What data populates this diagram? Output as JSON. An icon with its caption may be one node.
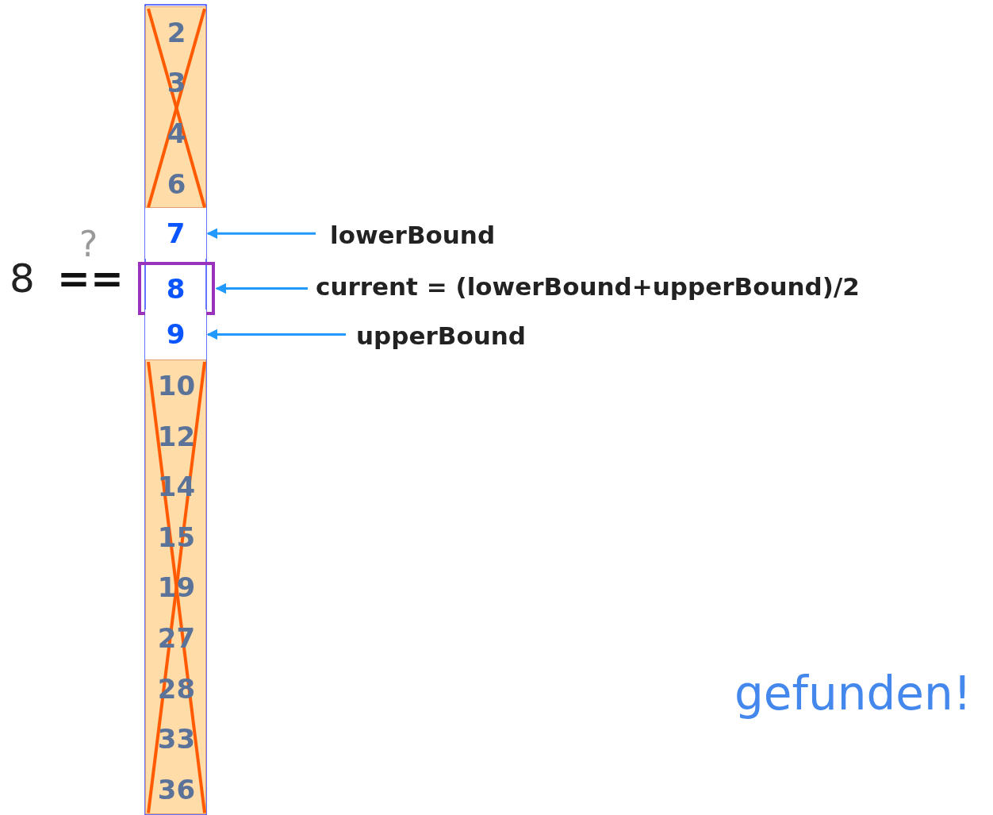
{
  "diagram": {
    "nodes": [
      {
        "text": [],
        "shape": "box"
      },
      {
        "text": [
          "2"
        ],
        "in": 0
      },
      {
        "text": [
          "3"
        ],
        "in": 0
      },
      {
        "text": [
          "4"
        ],
        "in": 0
      },
      {
        "text": [
          "6"
        ],
        "in": 0
      },
      {
        "text": [
          "7"
        ]
      },
      {
        "text": [],
        "shape": "box"
      },
      {
        "text": [
          "8"
        ],
        "in": 6
      },
      {
        "text": [
          "9"
        ]
      },
      {
        "text": [],
        "shape": "box"
      },
      {
        "text": [
          "10"
        ],
        "in": 9
      },
      {
        "text": [
          "12"
        ],
        "in": 9
      },
      {
        "text": [
          "14"
        ],
        "in": 9
      },
      {
        "text": [
          "15"
        ],
        "in": 9
      },
      {
        "text": [
          "19"
        ],
        "in": 9
      },
      {
        "text": [
          "27"
        ],
        "in": 9
      },
      {
        "text": [
          "28"
        ],
        "in": 9
      },
      {
        "text": [
          "33"
        ],
        "in": 9
      },
      {
        "text": [
          "36"
        ],
        "in": 9
      },
      {
        "text": [
          "lowerBound"
        ]
      },
      {
        "text": [
          "current = (lowerBound+upperBound)/2"
        ]
      },
      {
        "text": [
          "upperBound"
        ]
      }
    ],
    "edges": [
      {
        "from": 19,
        "to": 5,
        "arrow": "to"
      },
      {
        "from": 20,
        "to": 7,
        "arrow": "to"
      },
      {
        "from": 21,
        "to": 8,
        "arrow": "to"
      }
    ],
    "labels": [
      "?",
      "8",
      "==",
      "gefunden!"
    ]
  }
}
